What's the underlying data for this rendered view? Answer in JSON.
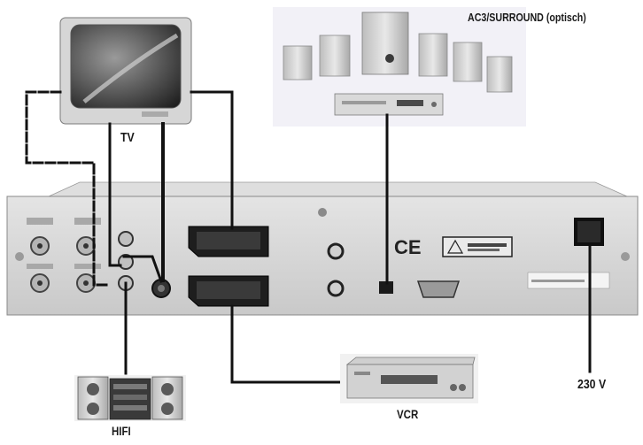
{
  "labels": {
    "tv": "TV",
    "surround": "AC3/SURROUND (optisch)",
    "hifi": "HIFI",
    "vcr": "VCR",
    "power": "230 V"
  },
  "icons": [
    "tv-icon",
    "speaker-system-icon",
    "hifi-stereo-icon",
    "vcr-icon",
    "receiver-icon",
    "ce-mark-icon",
    "scart-connector-icon",
    "power-socket-icon"
  ],
  "colors": {
    "cable": "#111111",
    "device": "#d8d8d8",
    "background": "#ffffff"
  }
}
